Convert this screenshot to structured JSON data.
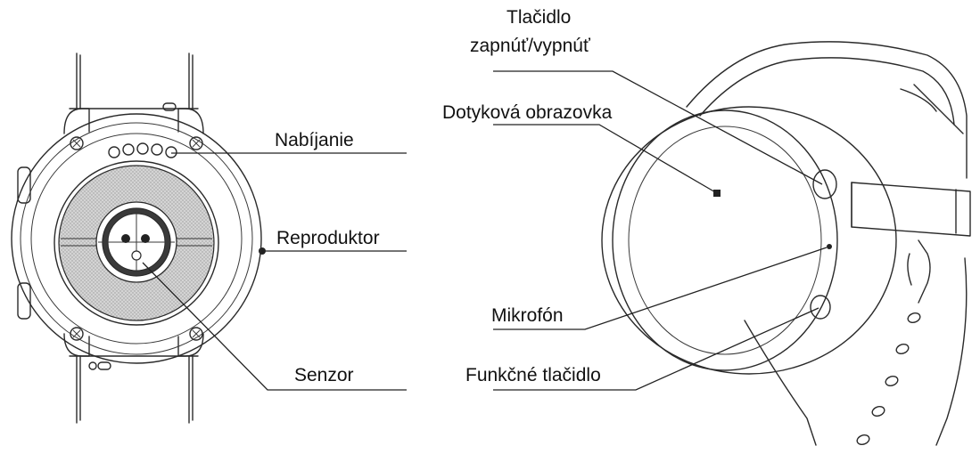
{
  "diagram": {
    "labels": {
      "charging": "Nabíjanie",
      "speaker": "Reproduktor",
      "sensor": "Senzor",
      "power_button_line1": "Tlačidlo",
      "power_button_line2": "zapnúť/vypnúť",
      "touchscreen": "Dotyková obrazovka",
      "microphone": "Mikrofón",
      "function_button": "Funkčné tlačidlo"
    },
    "colors": {
      "line": "#2a2a2a",
      "sensor_fill": "#c9c9c9",
      "sensor_core": "#f0f0f0"
    }
  }
}
